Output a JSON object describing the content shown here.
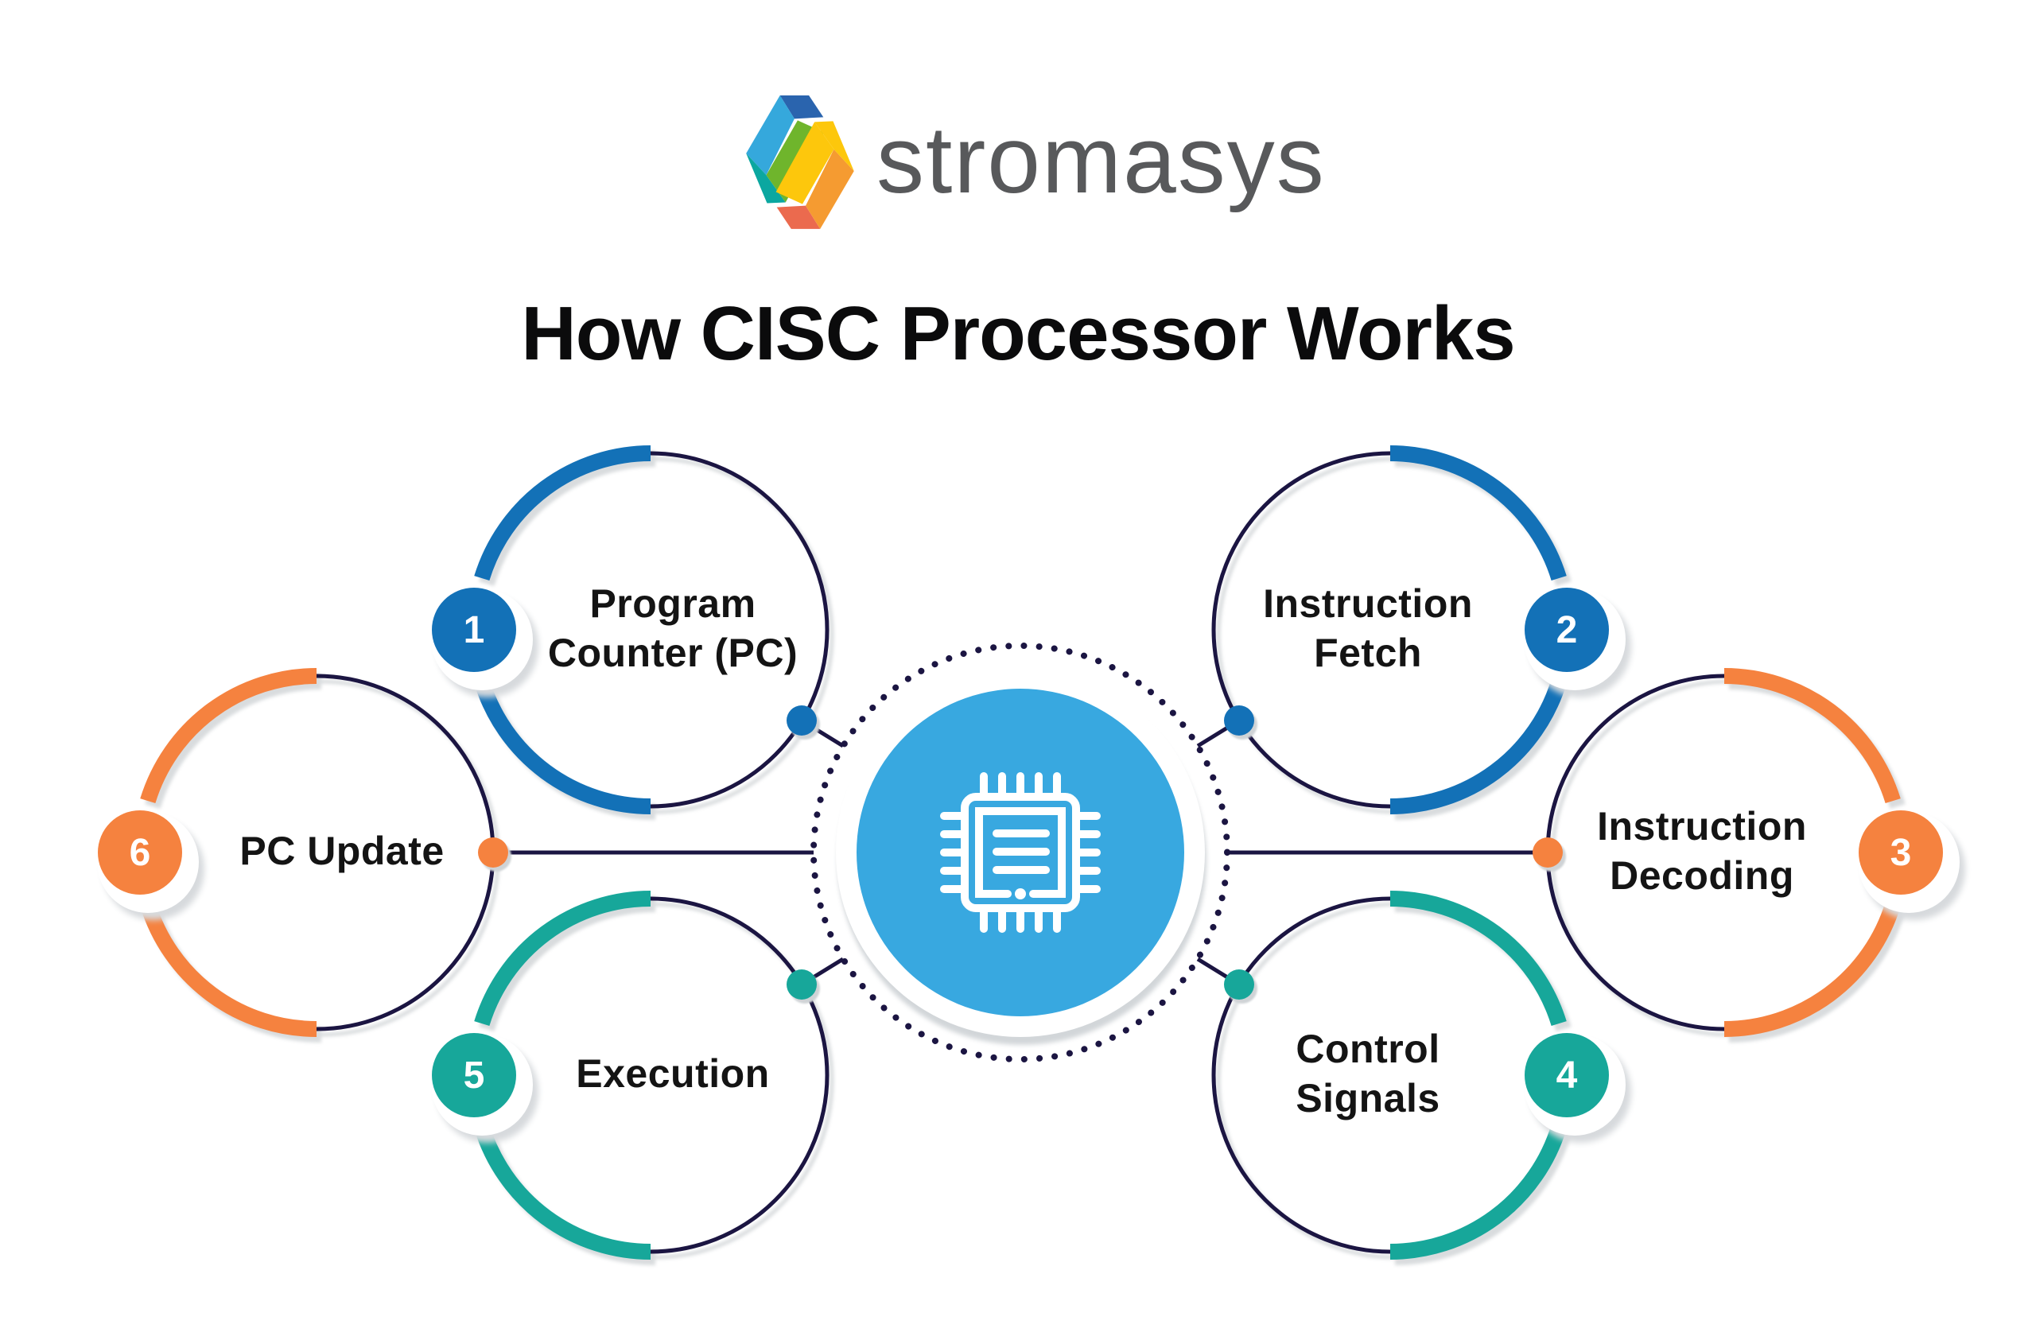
{
  "logo": {
    "brand": "stromasys",
    "mark": "stromasys-hexagon-mark",
    "mark_colors": [
      "#2a64ae",
      "#35a8dc",
      "#0ba7a0",
      "#6fb52c",
      "#fdc70c",
      "#f59b31",
      "#eb6a4e"
    ]
  },
  "title": "How CISC Processor Works",
  "hub": {
    "icon": "cpu-chip-icon",
    "fill": "#38a8e0",
    "dotted_ring_color": "#1b1542"
  },
  "steps": [
    {
      "num": "1",
      "label": "Program Counter (PC)",
      "line1": "Program",
      "line2": "Counter (PC)",
      "color": "#1371b7"
    },
    {
      "num": "2",
      "label": "Instruction Fetch",
      "line1": "Instruction",
      "line2": "Fetch",
      "color": "#1371b7"
    },
    {
      "num": "3",
      "label": "Instruction Decoding",
      "line1": "Instruction",
      "line2": "Decoding",
      "color": "#f5823f"
    },
    {
      "num": "4",
      "label": "Control Signals",
      "line1": "Control",
      "line2": "Signals",
      "color": "#17a79a"
    },
    {
      "num": "5",
      "label": "Execution",
      "line1": "Execution",
      "line2": "",
      "color": "#17a79a"
    },
    {
      "num": "6",
      "label": "PC Update",
      "line1": "PC Update",
      "line2": "",
      "color": "#f5823f"
    }
  ],
  "colors": {
    "navy": "#1b1542",
    "hub_blue": "#38a8e0",
    "blue": "#1371b7",
    "teal": "#17a79a",
    "orange": "#f5823f",
    "label_text": "#141414",
    "title_text": "#0b0b0c",
    "wordmark_gray": "#58595b",
    "shadow_gray": "#d9dcde"
  }
}
